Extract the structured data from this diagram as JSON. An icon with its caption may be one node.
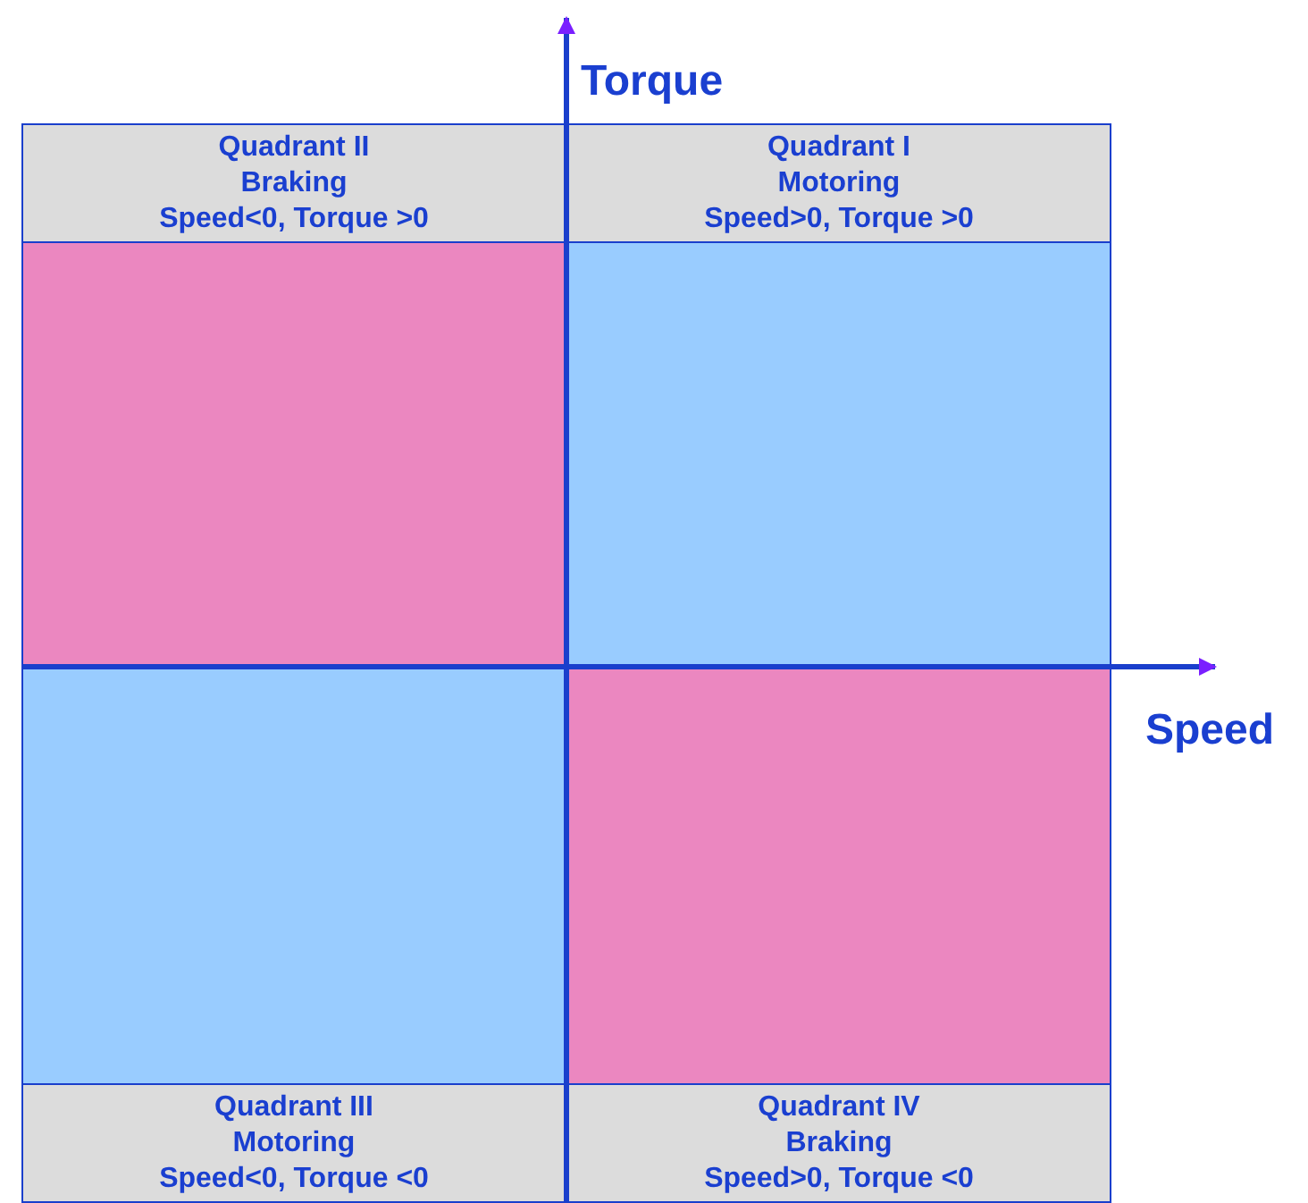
{
  "diagram": {
    "nodes": [
      {
        "text": [
          "Quadrant II",
          "Braking",
          "Speed<0, Torque >0"
        ]
      },
      {
        "text": [
          "Quadrant I",
          "Motoring",
          "Speed>0, Torque >0"
        ]
      },
      {
        "text": [
          "Quadrant III",
          "Motoring",
          "Speed<0, Torque <0"
        ]
      },
      {
        "text": [
          "Quadrant IV",
          "Braking",
          "Speed>0, Torque <0"
        ]
      }
    ],
    "edges": [],
    "labels": [
      "Torque",
      "Speed"
    ]
  }
}
